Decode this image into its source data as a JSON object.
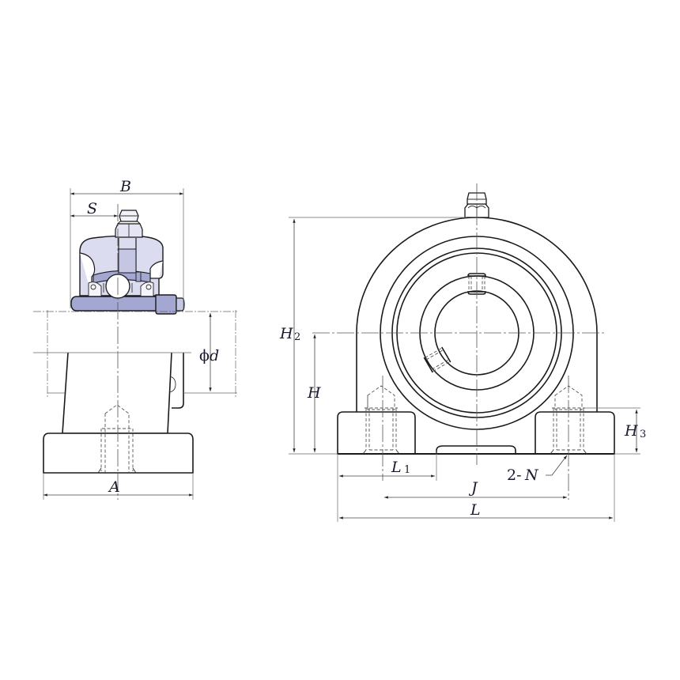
{
  "diagram": {
    "subject": "Pillow block bearing unit (tapped-base type) dimensional drawing",
    "views": [
      {
        "id": "side-view",
        "label": "Side view (sectioned bearing insert)"
      },
      {
        "id": "front-view",
        "label": "Front view"
      }
    ],
    "colors": {
      "insert_light": "#dcdcf0",
      "insert_dark": "#a3a7d2",
      "line": "#1a1a1a",
      "label": "#1a1a2e"
    }
  },
  "side_view": {
    "labels": {
      "B": "B",
      "S": "S",
      "phi_d_symbol": "ϕ",
      "phi_d_letter": "d",
      "A": "A"
    }
  },
  "front_view": {
    "labels": {
      "H2_letter": "H",
      "H2_sub": "2",
      "H_letter": "H",
      "H3_letter": "H",
      "H3_sub": "3",
      "L1_letter": "L",
      "L1_sub": "1",
      "J": "J",
      "L": "L",
      "N_prefix": "2-",
      "N_letter": "N"
    }
  }
}
